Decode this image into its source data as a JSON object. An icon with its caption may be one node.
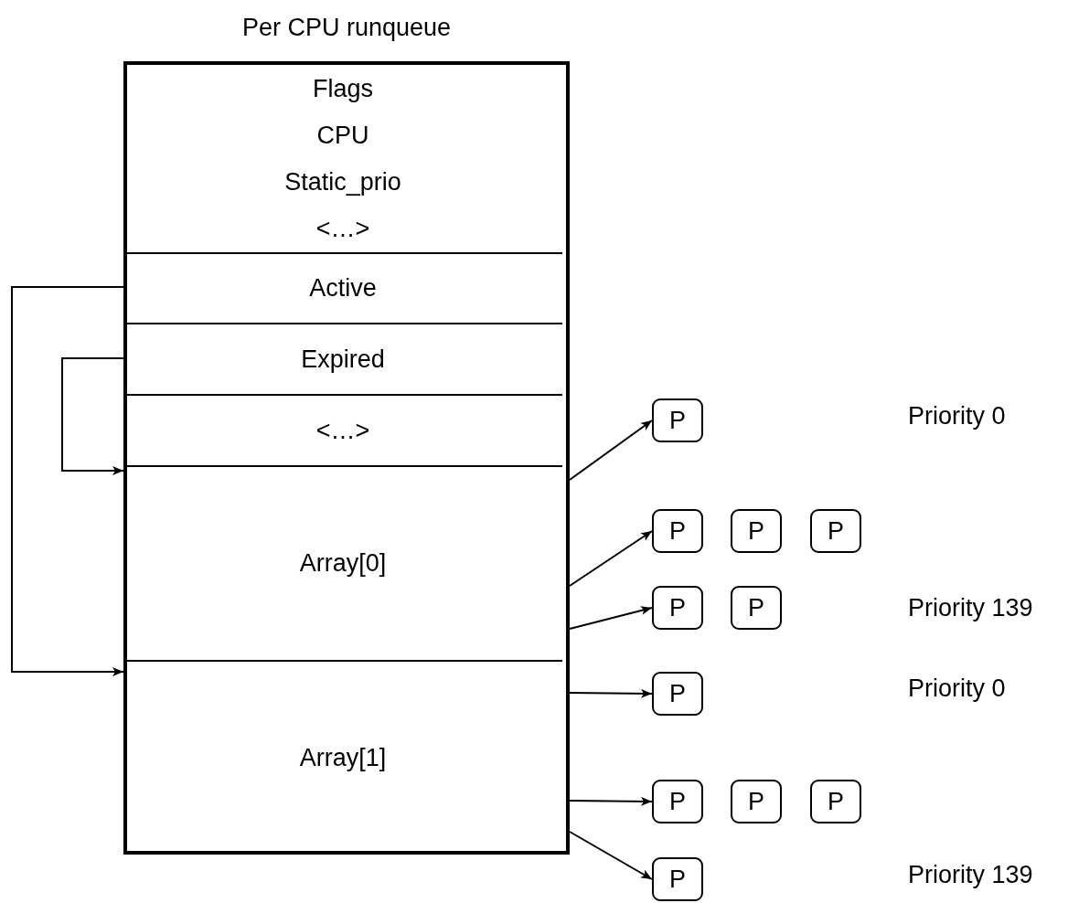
{
  "diagram": {
    "nodes": [
      {
        "text": [
          "Per CPU runqueue"
        ]
      },
      {
        "text": [
          "Flags",
          "CPU",
          "Static_prio",
          "<…>"
        ],
        "in": 0
      },
      {
        "text": [
          "Active"
        ],
        "in": 0
      },
      {
        "text": [
          "Expired"
        ],
        "in": 0
      },
      {
        "text": [
          "<…>"
        ],
        "in": 0
      },
      {
        "text": [
          "Array[0]"
        ],
        "in": 0
      },
      {
        "text": [
          "Array[1]"
        ],
        "in": 0
      },
      {
        "text": [
          "P"
        ]
      },
      {
        "text": [
          "P"
        ]
      },
      {
        "text": [
          "P"
        ]
      },
      {
        "text": [
          "P"
        ]
      },
      {
        "text": [
          "P"
        ]
      },
      {
        "text": [
          "P"
        ]
      },
      {
        "text": [
          "P"
        ]
      },
      {
        "text": [
          "P"
        ]
      },
      {
        "text": [
          "P"
        ]
      },
      {
        "text": [
          "P"
        ]
      },
      {
        "text": [
          "P"
        ]
      }
    ],
    "edges": [
      {
        "from": 2,
        "to": 6,
        "arrow": "to"
      },
      {
        "from": 3,
        "to": 5,
        "arrow": "to"
      },
      {
        "from": 5,
        "to": 7,
        "arrow": "to"
      },
      {
        "from": 5,
        "to": 8,
        "arrow": "to"
      },
      {
        "from": 5,
        "to": 11,
        "arrow": "to"
      },
      {
        "from": 6,
        "to": 13,
        "arrow": "to"
      },
      {
        "from": 6,
        "to": 14,
        "arrow": "to"
      },
      {
        "from": 6,
        "to": 17,
        "arrow": "to"
      }
    ],
    "labels": [
      "Priority 0",
      "Priority 139",
      "Priority 0",
      "Priority 139"
    ]
  }
}
